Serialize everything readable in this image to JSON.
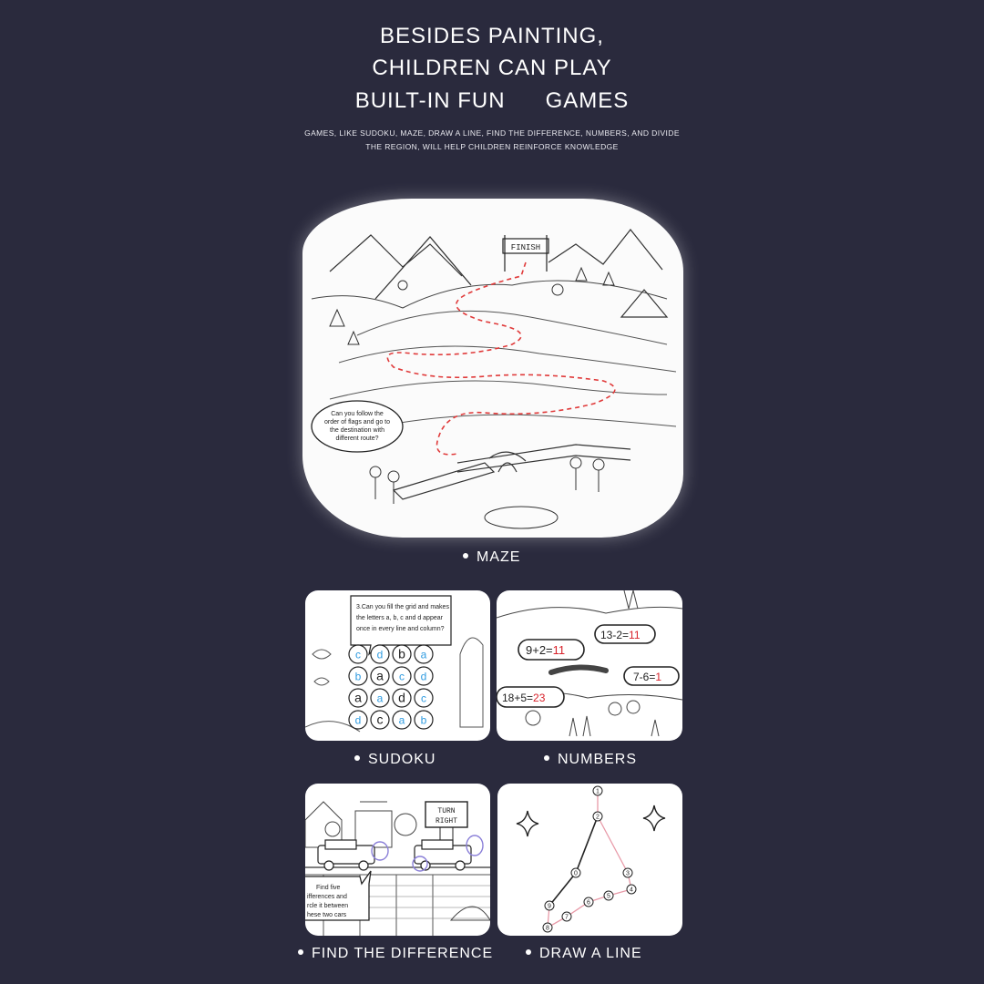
{
  "header": {
    "line1": "BESIDES PAINTING,",
    "line2": "CHILDREN CAN PLAY",
    "line3a": "BUILT-IN FUN",
    "line3b": "GAMES",
    "subtitle": "GAMES, LIKE SUDOKU, MAZE, DRAW A LINE, FIND THE DIFFERENCE, NUMBERS, AND DIVIDE THE REGION, WILL HELP CHILDREN REINFORCE KNOWLEDGE"
  },
  "maze": {
    "caption": "MAZE",
    "finish_sign": "FINISH",
    "bubble": [
      "Can you follow the",
      "order of flags and go to",
      "the destination with",
      "different route?"
    ]
  },
  "sudoku": {
    "caption": "SUDOKU",
    "bubble": [
      "3.Can you fill the grid and makes",
      "the letters a, b, c and d appear",
      "once in every line and column?"
    ],
    "grid": [
      [
        "c",
        "d",
        "b",
        "a"
      ],
      [
        "b",
        "a",
        "c",
        "d"
      ],
      [
        "a",
        "a",
        "d",
        "c"
      ],
      [
        "d",
        "c",
        "a",
        "b"
      ]
    ],
    "given": [
      [
        false,
        false,
        true,
        false
      ],
      [
        false,
        true,
        false,
        false
      ],
      [
        true,
        false,
        true,
        false
      ],
      [
        false,
        true,
        false,
        false
      ]
    ]
  },
  "numbers": {
    "caption": "NUMBERS",
    "equations": [
      {
        "left": "9+2=",
        "answer": "11"
      },
      {
        "left": "13-2=",
        "answer": "11"
      },
      {
        "left": "7-6=",
        "answer": "1"
      },
      {
        "left": "18+5=",
        "answer": "23"
      }
    ]
  },
  "difference": {
    "caption": "FIND THE DIFFERENCE",
    "sign": [
      "TURN",
      "RIGHT"
    ],
    "bubble": [
      "Find five",
      "ifferences and",
      "rcle it between",
      "hese two cars"
    ]
  },
  "drawline": {
    "caption": "DRAW A LINE",
    "nodes": [
      "1",
      "2",
      "3",
      "4",
      "5",
      "6",
      "7",
      "8",
      "9",
      "0"
    ]
  },
  "colors": {
    "background": "#2a2a3d",
    "answer_red": "#d8212a",
    "letter_blue": "#2f9be0",
    "path_red": "#e03a3a",
    "circle_purple": "#8a7fd8"
  }
}
